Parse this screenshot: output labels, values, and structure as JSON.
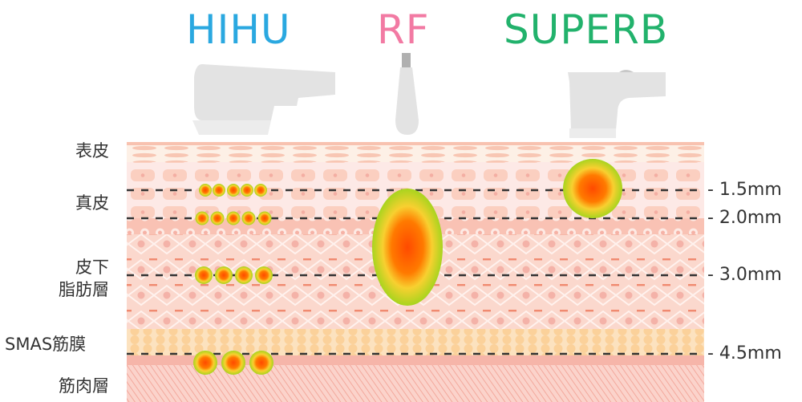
{
  "titles": {
    "hihu": "HIHU",
    "rf": "RF",
    "superb": "SUPERB"
  },
  "colors": {
    "hihu": "#2aa8e0",
    "rf": "#f27aa3",
    "superb": "#22b26c"
  },
  "layers": {
    "epidermis": "表皮",
    "dermis": "真皮",
    "subcutaneous_1": "皮下",
    "subcutaneous_2": "脂肪層",
    "smas": "SMAS筋膜",
    "muscle": "筋肉層"
  },
  "depths": [
    "- 1.5mm",
    "- 2.0mm",
    "- 3.0mm",
    "- 4.5mm"
  ]
}
